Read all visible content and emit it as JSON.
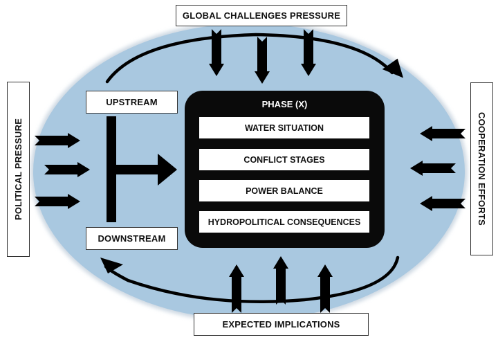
{
  "diagram": {
    "colors": {
      "ellipse_fill": "#a9c8e0",
      "arrow": "#000000",
      "phase_box": "#0a0a0a",
      "label_bg": "#ffffff"
    },
    "external_forces": {
      "top": "GLOBAL CHALLENGES PRESSURE",
      "left": "POLITICAL PRESSURE",
      "right": "COOPERATION EFFORTS",
      "bottom": "EXPECTED IMPLICATIONS"
    },
    "riparian_positions": {
      "upstream": "UPSTREAM",
      "downstream": "DOWNSTREAM"
    },
    "phase": {
      "title": "PHASE (X)",
      "items": [
        "WATER SITUATION",
        "CONFLICT STAGES",
        "POWER BALANCE",
        "HYDROPOLITICAL CONSEQUENCES"
      ]
    },
    "arrows": {
      "top_inward_count": 3,
      "left_inward_count": 3,
      "right_inward_count": 3,
      "bottom_inward_count": 3,
      "cycle": "clockwise"
    }
  }
}
